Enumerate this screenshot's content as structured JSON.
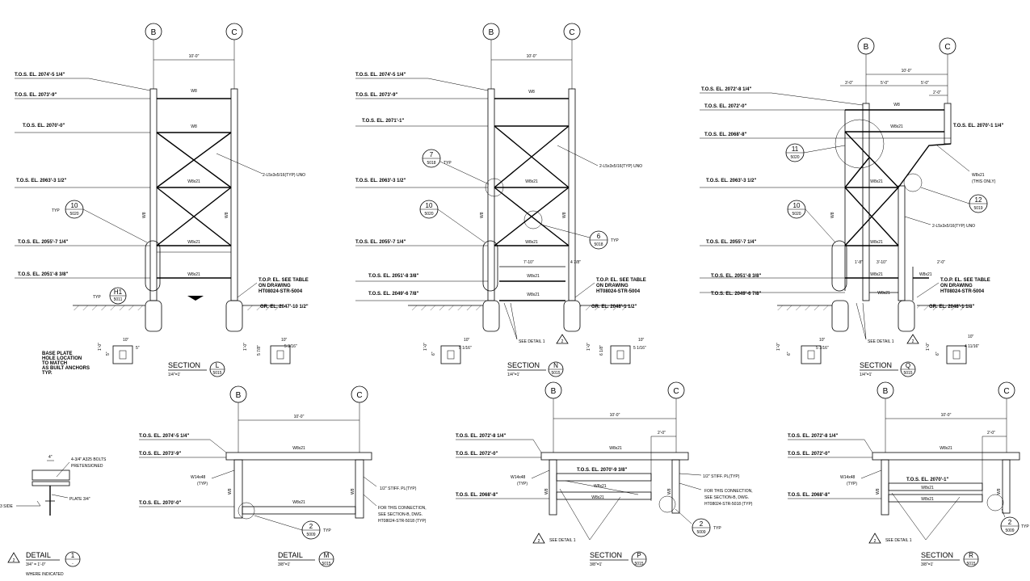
{
  "grids": [
    "B",
    "C"
  ],
  "dims": {
    "d10": "10'-0\"",
    "d2": "2'-0\"",
    "d3": "3'-0\"",
    "d5": "5'-0\"",
    "d7_10": "7'-10\"",
    "d4_78": "4 7/8\"",
    "d1_8": "1'-8\"",
    "d3_10": "3'-10\"",
    "d10in": "10\"",
    "d5in": "5\"",
    "d1_0": "1'-0\"",
    "d6in": "6\"",
    "d5_316": "5 3/16\"",
    "d5_116": "5 1/16\"",
    "d5_78": "5 7/8\"",
    "d6_18": "6 1/8\"",
    "d4_1116": "4 11/16\"",
    "d4in": "4\""
  },
  "members": {
    "w8": "W8",
    "w8x21": "W8x21",
    "w14x48": "W14x48",
    "w14x48_typ": "(TYP)",
    "this_only": "(THIS ONLY)",
    "brace": "2-L5x3x5/16(TYP) UNO",
    "typ": "TYP"
  },
  "elevations": {
    "e2074": "T.O.S. EL. 2074'-5 1/4\"",
    "e2073": "T.O.S. EL. 2073'-9\"",
    "e2070": "T.O.S. EL. 2070'-0\"",
    "e2071": "T.O.S. EL. 2071'-1\"",
    "e2063": "T.O.S. EL. 2063'-3 1/2\"",
    "e2055": "T.O.S. EL. 2055'-7 1/4\"",
    "e2051": "T.O.S. EL. 2051'-8 3/8\"",
    "e2049": "T.O.S. EL. 2049'-6 7/8\"",
    "e2072": "T.O.S. EL. 2072'-8 1/4\"",
    "e2072b": "T.O.S. EL. 2072'-0\"",
    "e2068": "T.O.S. EL. 2068'-8\"",
    "e2070_14": "T.O.S. EL. 2070'-1 1/4\"",
    "e2070_938": "T.O.S. EL. 2070'-9 3/8\"",
    "e2070_1": "T.O.S. EL. 2070'-1\"",
    "gr1": "GR. EL. 2047'-10 1/2\"",
    "gr2": "GR. EL. 2048'-1 1/2\"",
    "gr3": "GR. EL. 2048'-1 1/8\""
  },
  "notes": {
    "top1": "T.O.P. EL. SEE TABLE",
    "top2": "ON DRAWING",
    "top3": "HT08024-STR-5004",
    "see_detail": "SEE DETAIL 1",
    "stiff": "1/2\" STIFF. PL(TYP)",
    "conn1": "FOR THIS CONNECTION,",
    "conn2": "SEE SECTION-B, DWG.",
    "conn3": "HT08024-STR-5018 (TYP)",
    "bp1": "BASE PLATE",
    "bp2": "HOLE LOCATION",
    "bp3": "TO MATCH",
    "bp4": "AS BUILT ANCHORS",
    "bp5": "TYP.",
    "bolts1": "4-3/4\" A325 BOLTS",
    "bolts2": "PRETENSIONED",
    "plate": "PLATE 3/4\"",
    "side": "3 SIDE",
    "where": "WHERE INDICATED",
    "rev": "2"
  },
  "callouts": {
    "c10": "10",
    "c5020": "5020",
    "h1": "H1",
    "c5011": "5011",
    "c7": "7",
    "c5018": "5018",
    "c6": "6",
    "c11": "11",
    "c12": "12",
    "c5019": "5019",
    "c2": "2",
    "c5009": "5009",
    "c1": "1",
    "dash": "-",
    "c5015": "5015"
  },
  "titles": {
    "section": "SECTION",
    "detail": "DETAIL",
    "L": "L",
    "N": "N",
    "Q": "Q",
    "M": "M",
    "P": "P",
    "R": "R",
    "sc14": "1/4\"=1'",
    "sc38": "3/8\"=1'",
    "sc34": "3/4\" = 1'-0\""
  }
}
